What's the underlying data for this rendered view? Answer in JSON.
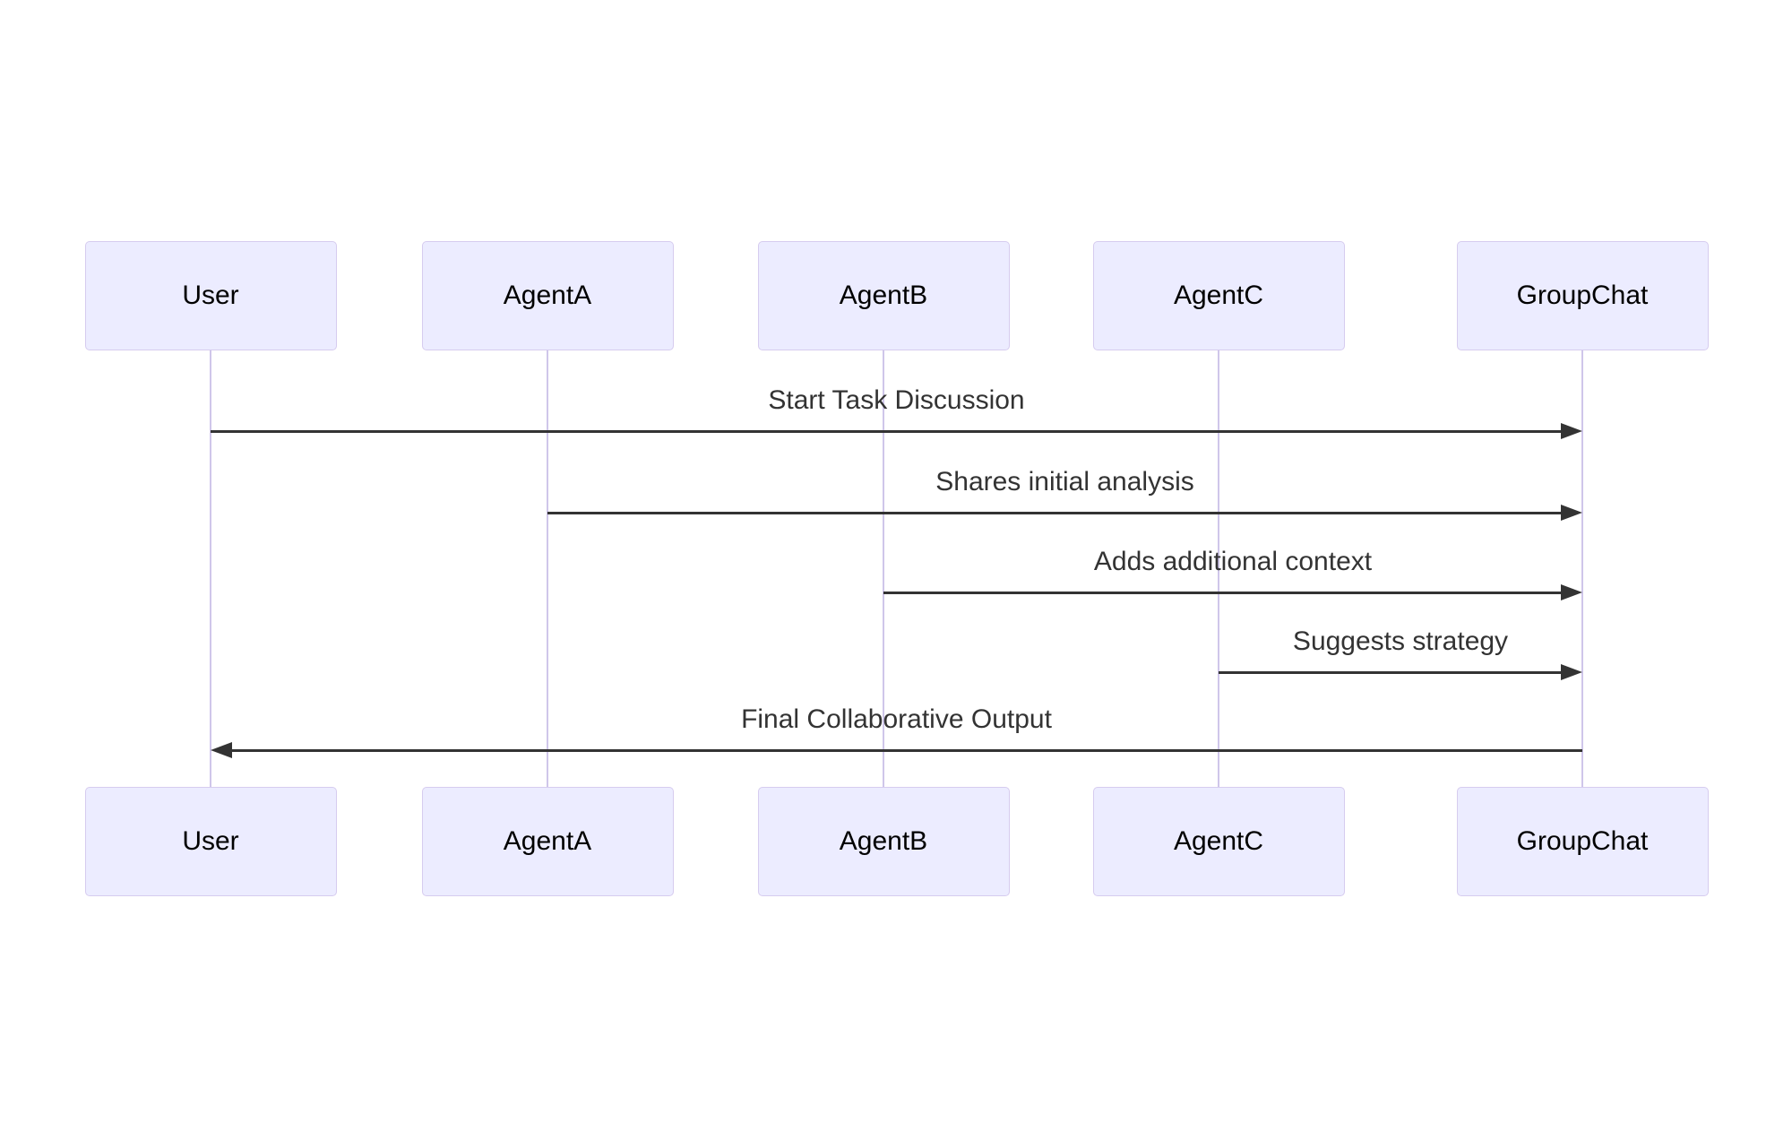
{
  "diagram": {
    "type": "sequence-diagram"
  },
  "colors": {
    "background": "#ffffff",
    "actor_fill": "#ececff",
    "actor_border": "#d6ccef",
    "actor_text": "#000000",
    "lifeline": "#cfc6ea",
    "arrow": "#333333",
    "message_text": "#333333"
  },
  "actors": [
    {
      "name": "User"
    },
    {
      "name": "AgentA"
    },
    {
      "name": "AgentB"
    },
    {
      "name": "AgentC"
    },
    {
      "name": "GroupChat"
    }
  ],
  "messages": [
    {
      "text": "Start Task Discussion",
      "from": "User",
      "to": "GroupChat",
      "direction": "right"
    },
    {
      "text": "Shares initial analysis",
      "from": "AgentA",
      "to": "GroupChat",
      "direction": "right"
    },
    {
      "text": "Adds additional context",
      "from": "AgentB",
      "to": "GroupChat",
      "direction": "right"
    },
    {
      "text": "Suggests strategy",
      "from": "AgentC",
      "to": "GroupChat",
      "direction": "right"
    },
    {
      "text": "Final Collaborative Output",
      "from": "GroupChat",
      "to": "User",
      "direction": "left"
    }
  ]
}
